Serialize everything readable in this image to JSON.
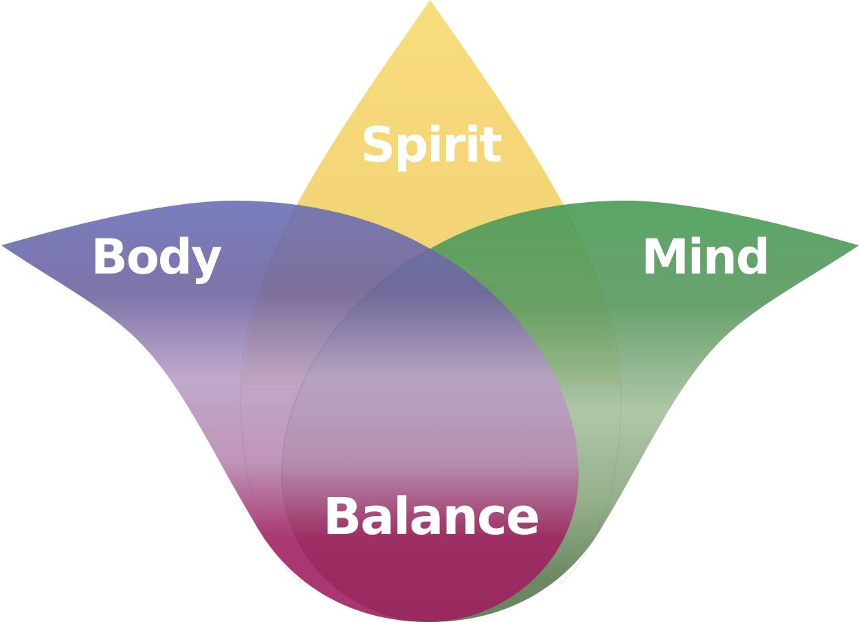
{
  "labels": {
    "spirit": "Spirit",
    "body": "Body",
    "mind": "Mind",
    "balance": "Balance"
  },
  "colors": {
    "spirit": "#f4d878",
    "body": "#6a6fb4",
    "mind": "#45a055",
    "balance": "#a0205e",
    "label_text": "#ffffff"
  }
}
